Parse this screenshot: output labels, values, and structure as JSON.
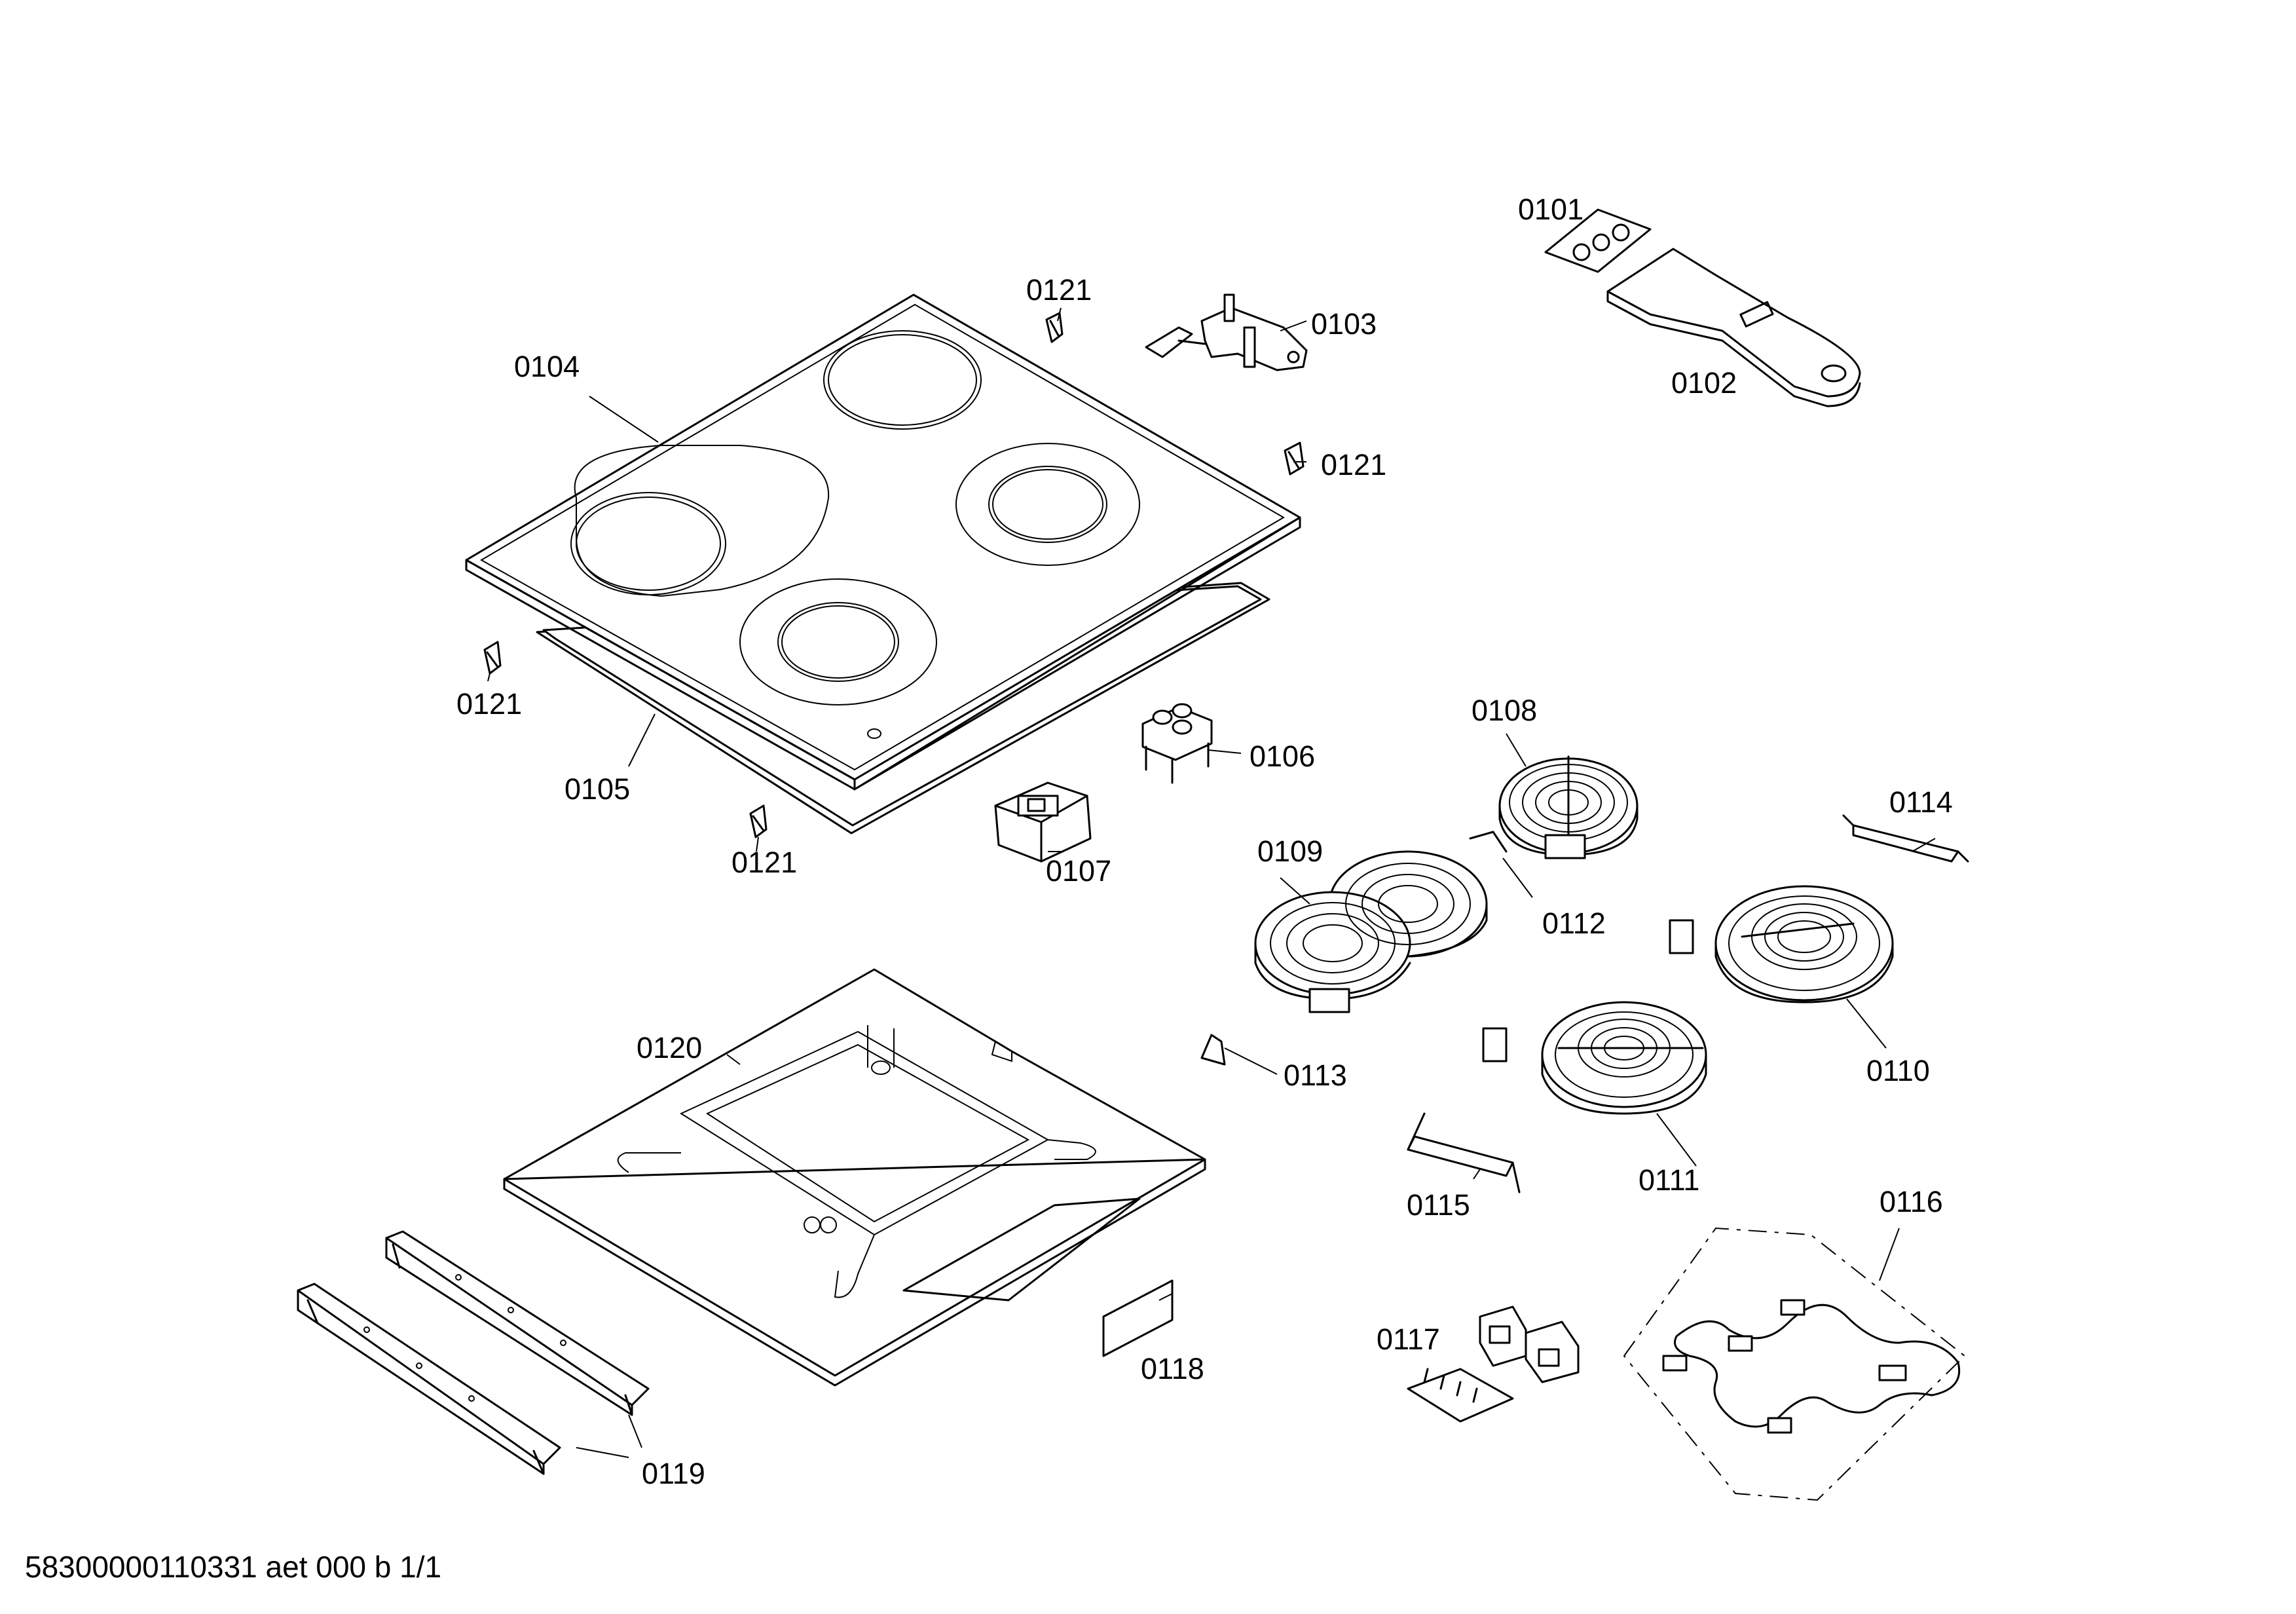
{
  "diagram": {
    "labels": {
      "p0101": "0101",
      "p0102": "0102",
      "p0103": "0103",
      "p0104": "0104",
      "p0105": "0105",
      "p0106": "0106",
      "p0107": "0107",
      "p0108": "0108",
      "p0109": "0109",
      "p0110": "0110",
      "p0111": "0111",
      "p0112": "0112",
      "p0113": "0113",
      "p0114": "0114",
      "p0115": "0115",
      "p0116": "0116",
      "p0117": "0117",
      "p0118": "0118",
      "p0119": "0119",
      "p0120": "0120",
      "p0121a": "0121",
      "p0121b": "0121",
      "p0121c": "0121",
      "p0121d": "0121"
    },
    "footer": "58300000110331 aet 000 b 1/1"
  }
}
